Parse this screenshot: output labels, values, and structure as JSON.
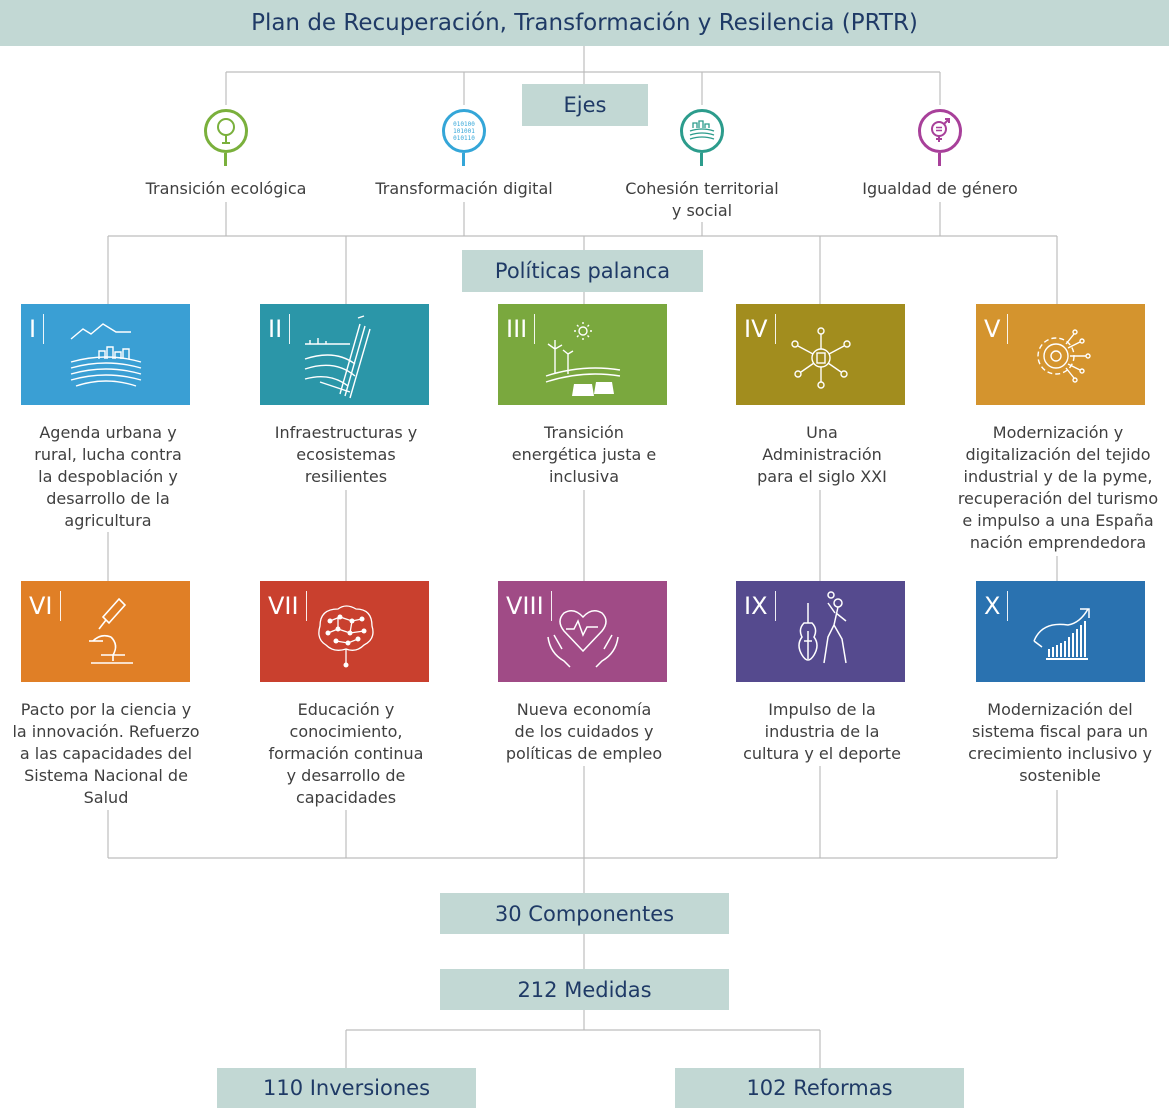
{
  "title": "Plan de Recuperación, Transformación y Resilencia (PRTR)",
  "ejes": {
    "label": "Ejes",
    "items": [
      {
        "label": "Transición ecológica",
        "icon": "tree-icon",
        "color": "#7ab03c"
      },
      {
        "label": "Transformación digital",
        "icon": "binary-code-icon",
        "color": "#34a6d8"
      },
      {
        "label": "Cohesión territorial\ny social",
        "icon": "landscape-icon",
        "color": "#2c9c8c"
      },
      {
        "label": "Igualdad de género",
        "icon": "gender-equality-icon",
        "color": "#a8409a"
      }
    ]
  },
  "politicas": {
    "label": "Políticas palanca",
    "items": [
      {
        "num": "I",
        "label": "Agenda urbana y\nrural, lucha contra\nla despoblación y\ndesarrollo de la\nagricultura",
        "color": "#3a9fd4",
        "icon": "rural-landscape-icon"
      },
      {
        "num": "II",
        "label": "Infraestructuras y\necosistemas\nresilientes",
        "color": "#2b96a8",
        "icon": "infrastructure-icon"
      },
      {
        "num": "III",
        "label": "Transición\nenergética justa e\ninclusiva",
        "color": "#7aa83e",
        "icon": "renewable-energy-icon"
      },
      {
        "num": "IV",
        "label": "Una\nAdministración\npara el siglo XXI",
        "color": "#a28d1e",
        "icon": "network-icon"
      },
      {
        "num": "V",
        "label": "Modernización y\ndigitalización del tejido\nindustrial y de la pyme,\nrecuperación del turismo\ne impulso a una España\nnación emprendedora",
        "color": "#d4942e",
        "icon": "gear-circuit-icon"
      },
      {
        "num": "VI",
        "label": "Pacto por la ciencia y\nla innovación. Refuerzo\na las capacidades del\nSistema Nacional de\nSalud",
        "color": "#e07f26",
        "icon": "microscope-icon"
      },
      {
        "num": "VII",
        "label": "Educación y\nconocimiento,\nformación continua\ny desarrollo de\ncapacidades",
        "color": "#c9402e",
        "icon": "brain-network-icon"
      },
      {
        "num": "VIII",
        "label": "Nueva economía\nde los cuidados y\npolíticas de empleo",
        "color": "#a04b86",
        "icon": "heart-hands-icon"
      },
      {
        "num": "IX",
        "label": "Impulso de la\nindustria de la\ncultura y el deporte",
        "color": "#554a8e",
        "icon": "culture-sport-icon"
      },
      {
        "num": "X",
        "label": "Modernización del\nsistema fiscal para un\ncrecimiento inclusivo y\nsostenible",
        "color": "#2a72b0",
        "icon": "growth-chart-icon"
      }
    ]
  },
  "componentes": "30 Componentes",
  "medidas": "212 Medidas",
  "inversiones": "110 Inversiones",
  "reformas": "102 Reformas",
  "colors": {
    "box_bg": "#c2d8d4",
    "box_text": "#1f3a66",
    "line": "#b8b8b8"
  }
}
